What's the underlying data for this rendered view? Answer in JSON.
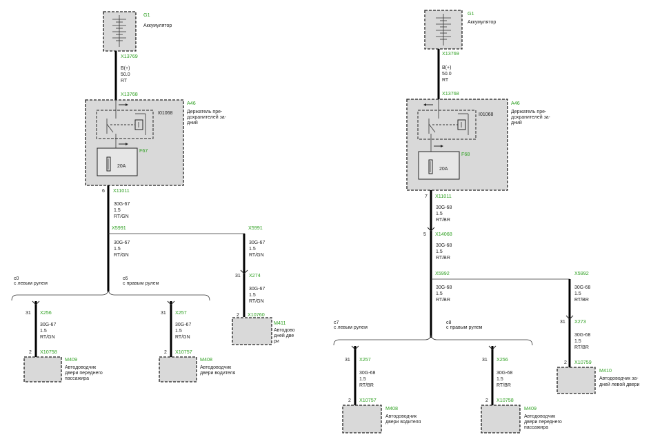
{
  "left": {
    "battery": {
      "id": "G1",
      "name": "Аккумулятор"
    },
    "conn_batt": "X13769",
    "b_label": [
      "B(+)",
      "50.0",
      "RT"
    ],
    "conn_top": "X13768",
    "holder": {
      "id": "A46",
      "name_lines": [
        "Держатель пре-",
        "дохранителей за-",
        "дний"
      ]
    },
    "relay": "I01068",
    "fuse": {
      "id": "F67",
      "rating": "20A"
    },
    "pin_out": "6",
    "conn_out": "X11011",
    "wire_main": [
      "30G-67",
      "1.5",
      "RT/GN"
    ],
    "splice": "X5991",
    "splice_right": "X5991",
    "wire_below_splice": [
      "30G-67",
      "1.5",
      "RT/GN"
    ],
    "wire_right_top": [
      "30G-67",
      "1.5",
      "RT/GN"
    ],
    "pin_right": "31",
    "conn_right_mid": "X274",
    "wire_right_bottom": [
      "30G-67",
      "1.5",
      "RT/GN"
    ],
    "pin_right_bottom": "2",
    "conn_right_bottom": "X10760",
    "motor_right": {
      "id": "M411",
      "name_lines": [
        "Автодово",
        "дней две",
        "ри"
      ]
    },
    "variant_left": "с левым рулем",
    "variant_left_num": "c0",
    "variant_right": "с правым рулем",
    "variant_right_num": "c6",
    "branch_a": {
      "pin_top": "31",
      "conn_top": "X256",
      "wire": [
        "30G-67",
        "1.5",
        "RT/GN"
      ],
      "pin_bottom": "2",
      "conn_bottom": "X10758",
      "motor_id": "M409",
      "motor_name": [
        "Автодоводчик",
        "двери переднего",
        "пассажира"
      ]
    },
    "branch_b": {
      "pin_top": "31",
      "conn_top": "X257",
      "wire": [
        "30G-67",
        "1.5",
        "RT/GN"
      ],
      "pin_bottom": "2",
      "conn_bottom": "X10757",
      "motor_id": "M408",
      "motor_name": [
        "Автодоводчик",
        "двери водителя"
      ]
    }
  },
  "right": {
    "battery": {
      "id": "G1",
      "name": "Аккумулятор"
    },
    "conn_batt": "X13769",
    "b_label": [
      "B(+)",
      "50.0",
      "RT"
    ],
    "conn_top": "X13768",
    "holder": {
      "id": "A46",
      "name_lines": [
        "Держатель пре-",
        "дохранителей за-",
        "дний"
      ]
    },
    "relay": "I01068",
    "fuse": {
      "id": "F68",
      "rating": "20A"
    },
    "pin_out": "7",
    "conn_out": "X11011",
    "wire_main": [
      "30G-68",
      "1.5",
      "RT/BR"
    ],
    "pin_mid": "5",
    "conn_mid": "X14068",
    "wire_mid": [
      "30G-68",
      "1.5",
      "RT/BR"
    ],
    "splice": "X5992",
    "splice_right": "X5992",
    "wire_below_splice": [
      "30G-68",
      "1.5",
      "RT/BR"
    ],
    "wire_right_top": [
      "30G-68",
      "1.5",
      "RT/BR"
    ],
    "pin_right": "31",
    "conn_right_mid": "X273",
    "wire_right_bottom": [
      "30G-68",
      "1.5",
      "RT/BR"
    ],
    "pin_right_bottom": "2",
    "conn_right_bottom": "X10759",
    "motor_right": {
      "id": "M410",
      "name_lines": [
        "Автодоводчик за-",
        "дней левой двери"
      ]
    },
    "variant_left": "с левым рулем",
    "variant_left_num": "c7",
    "variant_right": "с правым рулем",
    "variant_right_num": "c8",
    "branch_a": {
      "pin_top": "31",
      "conn_top": "X257",
      "wire": [
        "30G-68",
        "1.5",
        "RT/BR"
      ],
      "pin_bottom": "2",
      "conn_bottom": "X10757",
      "motor_id": "M408",
      "motor_name": [
        "Автодоводчик",
        "двери водителя"
      ]
    },
    "branch_b": {
      "pin_top": "31",
      "conn_top": "X256",
      "wire": [
        "30G-68",
        "1.5",
        "RT/BR"
      ],
      "pin_bottom": "2",
      "conn_bottom": "X10758",
      "motor_id": "M409",
      "motor_name": [
        "Автодоводчик",
        "двери переднего",
        "пассажира"
      ]
    }
  }
}
